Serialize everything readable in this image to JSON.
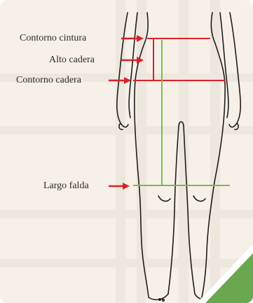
{
  "labels": {
    "waist_circumference": "Contorno cintura",
    "hip_height": "Alto cadera",
    "hip_circumference": "Contorno cadera",
    "skirt_length": "Largo falda"
  },
  "colors": {
    "background": "#f6f0e9",
    "measure_red": "#d9222a",
    "measure_green": "#7dba4d",
    "outline": "#1e1e1e",
    "corner_green": "#6aa84f"
  }
}
